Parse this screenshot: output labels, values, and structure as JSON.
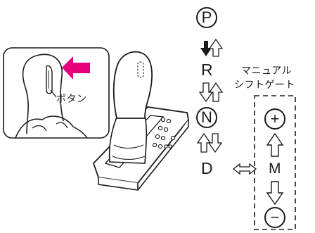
{
  "gear_positions": {
    "park": "P",
    "reverse": "R",
    "neutral": "N",
    "drive": "D"
  },
  "manual_gate": {
    "title_line1": "マニュアル",
    "title_line2": "シフトゲート",
    "plus_symbol": "+",
    "manual_label": "M",
    "minus_symbol": "−"
  },
  "inset": {
    "button_label": "ボタン"
  },
  "colors": {
    "line": "#1a1a1a",
    "accent_arrow": "#e6007e",
    "background": "#ffffff"
  },
  "icons": {
    "press_arrow": "pink-left-arrow-icon",
    "transition_solid_down": "solid-down-arrow-icon",
    "transition_outline_up": "outline-up-arrow-icon",
    "transition_outline_down": "outline-down-arrow-icon",
    "transition_both_ways": "double-left-right-arrow-icon"
  }
}
